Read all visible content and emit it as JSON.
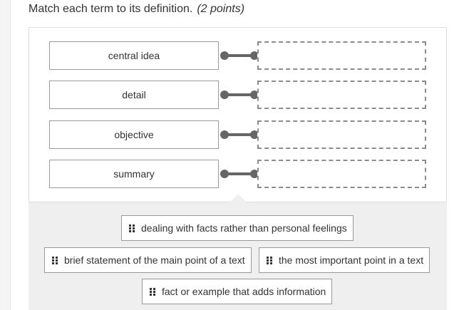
{
  "prompt": {
    "text": "Match each term to its definition.",
    "points": "(2 points)"
  },
  "terms": [
    {
      "label": "central idea"
    },
    {
      "label": "detail"
    },
    {
      "label": "objective"
    },
    {
      "label": "summary"
    }
  ],
  "definitions": [
    {
      "label": "dealing with facts rather than personal feelings"
    },
    {
      "label": "brief statement of the main point of a text"
    },
    {
      "label": "the most important point in a text"
    },
    {
      "label": "fact or example that adds information"
    }
  ],
  "icons": {
    "drag_handle": "grip-dots-icon",
    "connector": "link-connector-icon"
  },
  "colors": {
    "connector": "#666666",
    "tray_background": "#efefef",
    "drop_border": "#8c8c8c"
  }
}
